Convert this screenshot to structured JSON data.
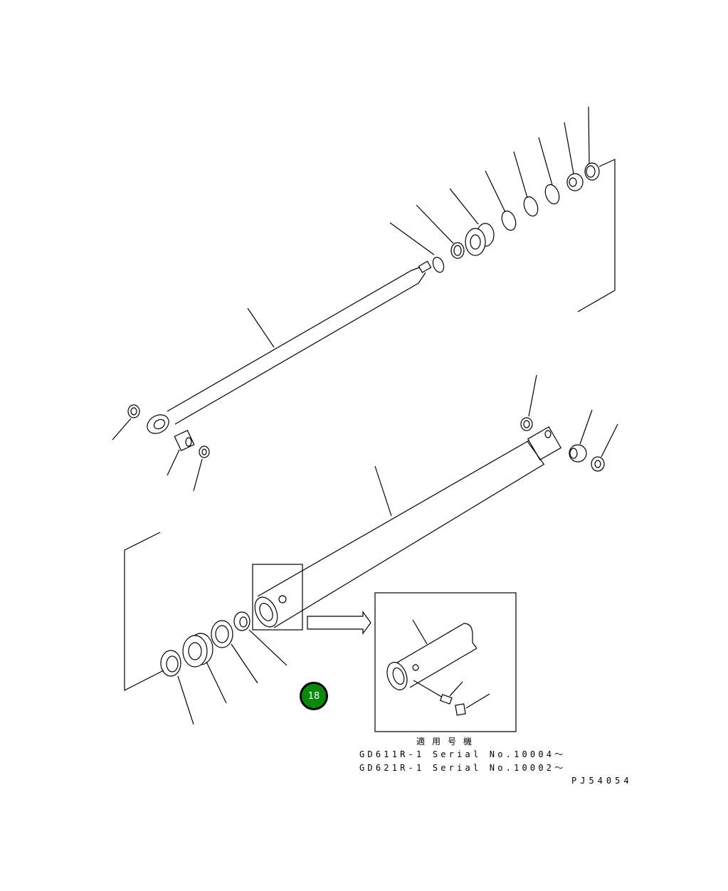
{
  "badge": {
    "label": "18",
    "color": "#0a8a0a"
  },
  "applicable": {
    "heading": "適用号機",
    "lines": [
      "GD611R-1 Serial No.10004～",
      "GD621R-1 Serial No.10002～"
    ]
  },
  "drawing_code": "PJ54054"
}
